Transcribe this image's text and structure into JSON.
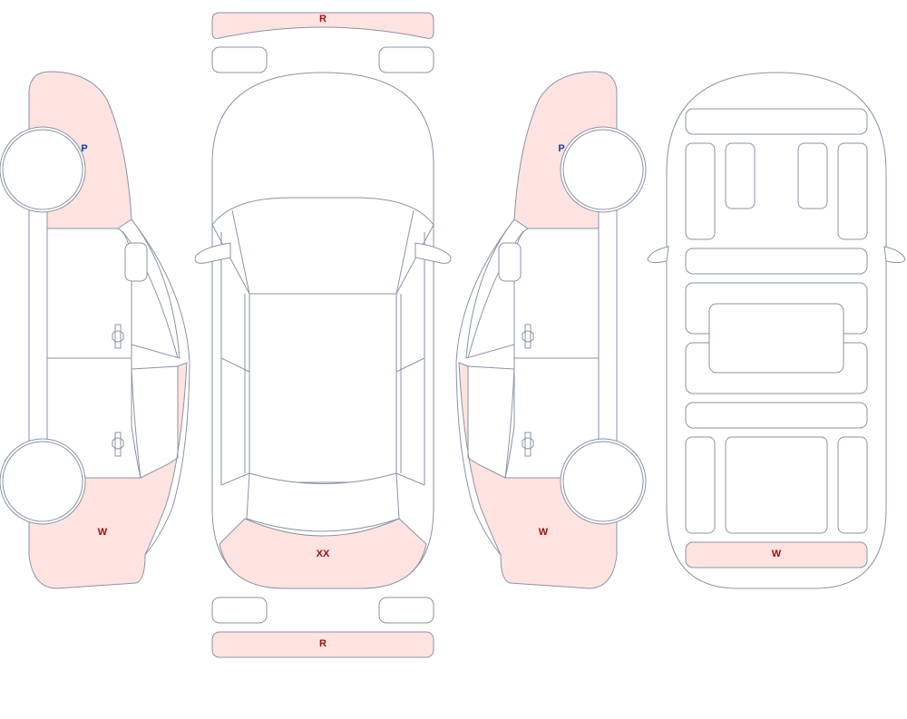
{
  "colors": {
    "outline": "#8a93a6",
    "damage_fill": "#ffe3e0",
    "damage_label": "#a01010",
    "paint_label": "#1a3ea8"
  },
  "labels": {
    "front_bumper": "R",
    "rear_bumper": "R",
    "hood": "XX",
    "left_front_fender": "P",
    "left_rear_quarter": "W",
    "right_front_fender": "P",
    "right_rear_quarter": "W",
    "underbody_rear_panel": "W"
  }
}
